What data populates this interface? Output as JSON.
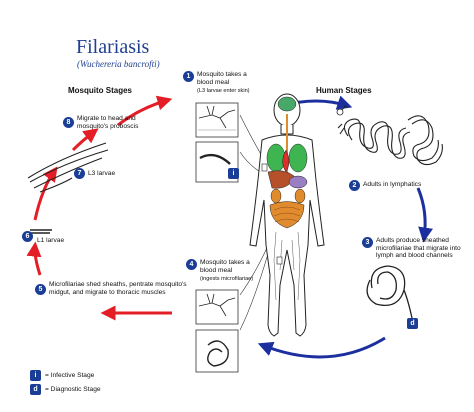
{
  "header": {
    "title": "Filariasis",
    "subtitle": "(Wuchereria bancrofti)"
  },
  "sections": {
    "mosquito": "Mosquito Stages",
    "human": "Human Stages"
  },
  "steps": [
    {
      "num": "1",
      "text": "Mosquito takes a blood meal",
      "note": "(L3 larvae enter skin)"
    },
    {
      "num": "2",
      "text": "Adults in lymphatics"
    },
    {
      "num": "3",
      "text": "Adults produce sheathed microfilariae that migrate into lymph and blood channels"
    },
    {
      "num": "4",
      "text": "Mosquito takes a blood meal",
      "note": "(ingests microfilariae)"
    },
    {
      "num": "5",
      "text": "Microfilariae shed sheaths, pentrate mosquito's midgut, and migrate to thoracic muscles"
    },
    {
      "num": "6",
      "text": "L1 larvae"
    },
    {
      "num": "7",
      "text": "L3 larvae"
    },
    {
      "num": "8",
      "text": "Migrate to head and mosquito's proboscis"
    }
  ],
  "badges": {
    "infective": "i",
    "diagnostic": "d"
  },
  "legend": {
    "infective": "= Infective Stage",
    "diagnostic": "= Diagnostic Stage"
  },
  "colors": {
    "title": "#1f3f8f",
    "badge": "#1a3d96",
    "arrow_mosquito": "#e41e26",
    "arrow_human": "#1c2f9e",
    "lung": "#3fb552",
    "liver": "#b5502a",
    "heart": "#e0302a",
    "kidney": "#e08b2e",
    "stomach": "#9a7fc4",
    "brain": "#47a86a"
  }
}
